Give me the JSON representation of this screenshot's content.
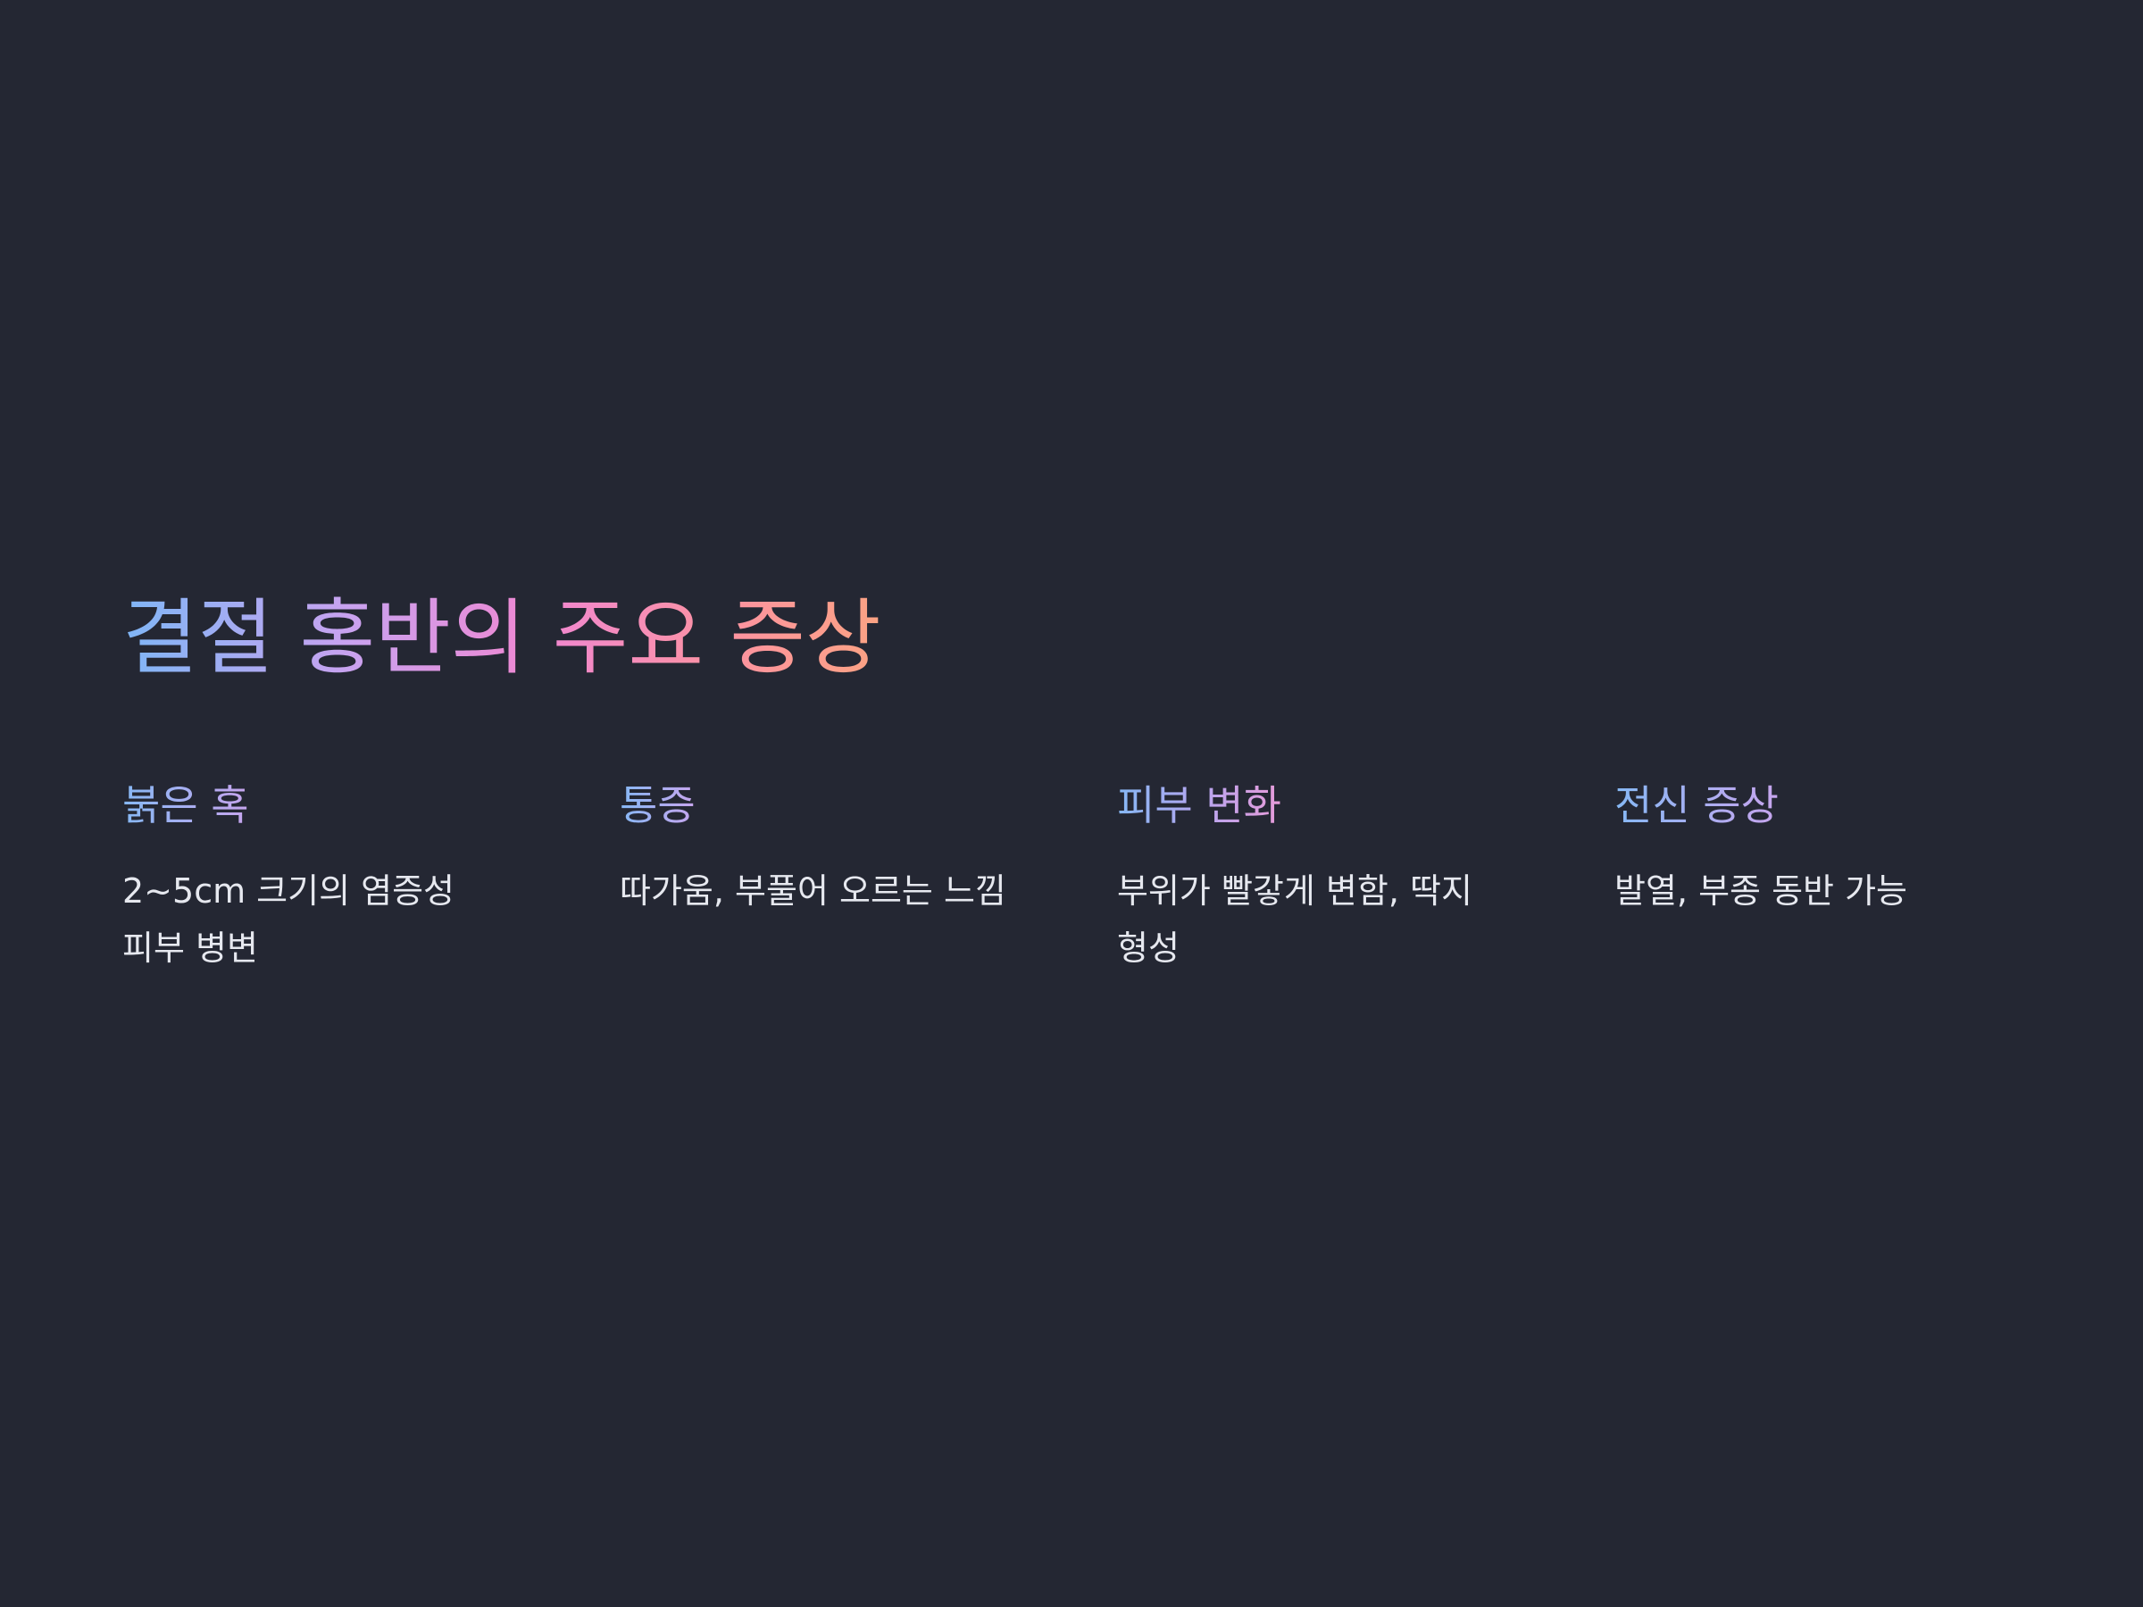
{
  "slide": {
    "title": "결절 홍반의 주요 증상",
    "colors": {
      "background": "#242733",
      "title_gradient": [
        "#7fb6f6",
        "#c9a2ef",
        "#f087d1",
        "#fc93a0",
        "#fba383"
      ],
      "card_title_gradient": [
        "#86b8f4",
        "#c7a5ee"
      ],
      "body_text": "#e6e8ef"
    },
    "cards": [
      {
        "title": "붉은 혹",
        "text": "2~5cm 크기의 염증성 피부 병변"
      },
      {
        "title": "통증",
        "text": "따가움, 부풀어 오르는 느낌"
      },
      {
        "title": "피부 변화",
        "text": "부위가 빨갛게 변함, 딱지 형성"
      },
      {
        "title": "전신 증상",
        "text": "발열, 부종 동반 가능"
      }
    ]
  }
}
